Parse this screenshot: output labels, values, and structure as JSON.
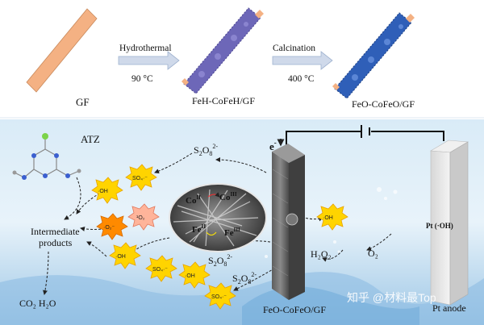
{
  "top": {
    "stage1": "GF",
    "stage2": "FeH-CoFeH/GF",
    "stage3": "FeO-CoFeO/GF",
    "step1_top": "Hydrothermal",
    "step1_bottom": "90 °C",
    "step2_top": "Calcination",
    "step2_bottom": "400 °C"
  },
  "bottom": {
    "molecule": "ATZ",
    "electron": "e",
    "electron_sup": "-",
    "persulfate_top": "S",
    "persulfate_sub": "2",
    "persulfate_o": "O",
    "persulfate_osub": "8",
    "persulfate_charge": "2-",
    "sulfate_radical": "SO₄·⁻",
    "hydroxyl_radical": "·OH",
    "superoxide": "·O₂⁻",
    "singlet_oxygen": "¹O₂",
    "intermediate_1": "Intermediate",
    "intermediate_2": "products",
    "final_products": "CO₂  H₂O",
    "co2": "Co",
    "co3": "Co",
    "fe2": "Fe",
    "fe3": "Fe",
    "h2o2": "H₂O₂",
    "o2": "O₂",
    "cathode": "FeO-CoFeO/GF",
    "anode": "Pt anode",
    "pt_oh": "Pt (·OH)",
    "watermark": "知乎 @材料最Top"
  },
  "colors": {
    "gf_bar": "#f4b183",
    "feh_bar": "#6d67b8",
    "feo_bar": "#2f5fb8",
    "arrow_fill": "#cfd9ea",
    "electron": "#c00000",
    "background_blue": "#bcd9ef"
  }
}
